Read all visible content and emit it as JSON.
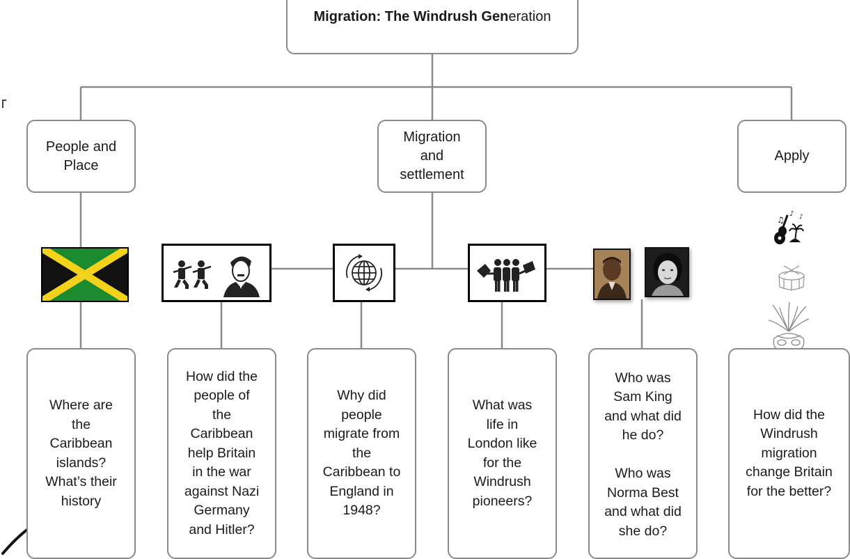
{
  "title": {
    "bold": "Migration: The Windrush Gen",
    "rest": "eration"
  },
  "headers": {
    "people_place": [
      "People and",
      "Place"
    ],
    "migration_settlement": [
      "Migration",
      "and",
      "settlement"
    ],
    "apply": [
      "Apply"
    ]
  },
  "questions": {
    "q1": [
      "Where are",
      "the",
      "Caribbean",
      "islands?",
      "What’s their",
      "history"
    ],
    "q2": [
      "How did the",
      "people of",
      "the",
      "Caribbean",
      "help Britain",
      "in the war",
      "against Nazi",
      "Germany",
      "and Hitler?"
    ],
    "q3": [
      "Why did",
      "people",
      "migrate from",
      "the",
      "Caribbean to",
      "England in",
      "1948?"
    ],
    "q4": [
      "What was",
      "life in",
      "London like",
      "for the",
      "Windrush",
      "pioneers?"
    ],
    "q5a": [
      "Who was",
      "Sam King",
      "and what did",
      "he do?"
    ],
    "q5b": [
      "Who was",
      "Norma Best",
      "and what did",
      "she do?"
    ],
    "q6": [
      "How did the",
      "Windrush",
      "migration",
      "change Britain",
      "for the better?"
    ]
  },
  "icons": {
    "flag": "jamaica-flag-icon",
    "war": "soldiers-and-hitler-icon",
    "globe": "globe-migration-icon",
    "protest": "protest-people-icon",
    "sam_king": "sam-king-photo",
    "norma_best": "norma-best-photo",
    "culture": [
      "guitar-palm-icon",
      "steel-drum-icon",
      "carnival-mask-icon"
    ]
  },
  "colors": {
    "line": "#8a8a8a",
    "border": "#8a8a8a",
    "flag_green": "#1c8a2e",
    "flag_gold": "#f2d21b",
    "flag_black": "#111111"
  }
}
